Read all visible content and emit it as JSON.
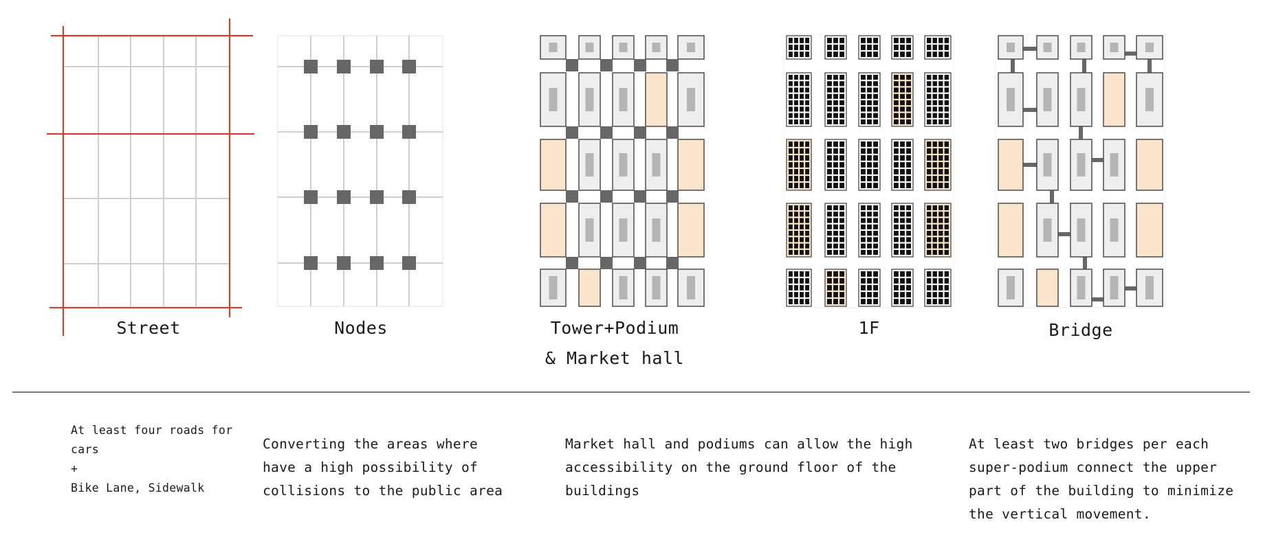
{
  "panels": [
    {
      "id": "street",
      "label": "Street"
    },
    {
      "id": "nodes",
      "label": "Nodes"
    },
    {
      "id": "tower",
      "label_line1": "Tower+Podium",
      "label_line2": "& Market hall"
    },
    {
      "id": "floor1",
      "label": "1F"
    },
    {
      "id": "bridge",
      "label": "Bridge"
    }
  ],
  "descriptions": [
    "At least four roads for\ncars\n+\nBike Lane, Sidewalk",
    "Converting the areas where\nhave a high possibility of\ncollisions to the public area",
    "Market hall and podiums can allow the high\naccessibility on the ground floor of the\nbuildings",
    "At least two bridges per each\nsuper-podium connect the upper\npart of the building to minimize\nthe vertical movement."
  ],
  "colors": {
    "street": "#c8432f",
    "grid": "#cfcfcf",
    "node": "#666666",
    "block_fill": "#eeeeee",
    "block_stroke": "#555555",
    "core": "#b5b5b5",
    "podium": "#fbe5cc",
    "window_bg": "#111111",
    "divider": "#7a7a7a"
  },
  "icons": {
    "node": "square-node-icon",
    "window": "window-grid-icon",
    "bridge": "bridge-connector-icon"
  }
}
